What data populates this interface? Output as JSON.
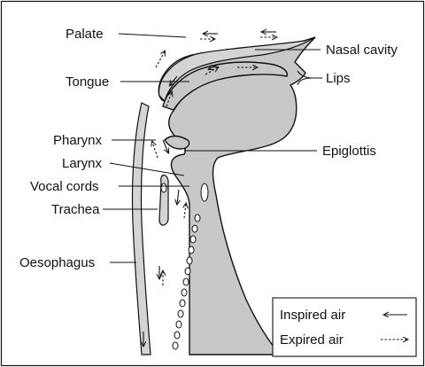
{
  "labels": {
    "palate": "Palate",
    "tongue": "Tongue",
    "pharynx": "Pharynx",
    "larynx": "Larynx",
    "vocal_cords": "Vocal cords",
    "trachea": "Trachea",
    "oesophagus": "Oesophagus",
    "nasal_cavity": "Nasal cavity",
    "lips": "Lips",
    "epiglottis": "Epiglottis"
  },
  "legend": {
    "inspired": "Inspired air",
    "expired": "Expired air"
  }
}
